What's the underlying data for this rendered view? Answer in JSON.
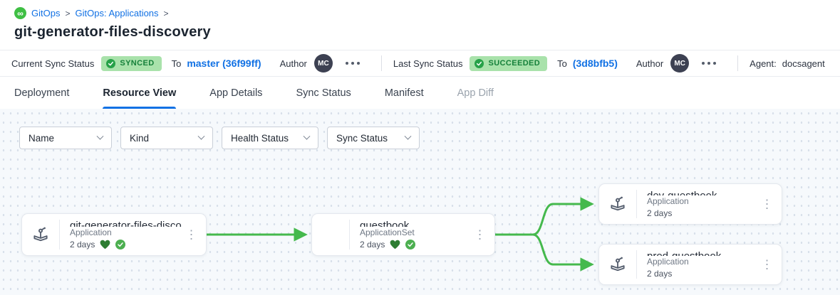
{
  "breadcrumb": {
    "logo_glyph": "∞",
    "items": [
      {
        "label": "GitOps"
      },
      {
        "label": "GitOps: Applications"
      }
    ],
    "separator": ">"
  },
  "page_title": "git-generator-files-discovery",
  "status_bar": {
    "current_sync": {
      "label": "Current Sync Status",
      "badge": "SYNCED",
      "to_label": "To",
      "revision": "master (36f99ff)",
      "author_label": "Author",
      "author_initials": "MC"
    },
    "last_sync": {
      "label": "Last Sync Status",
      "badge": "SUCCEEDED",
      "to_label": "To",
      "revision": "(3d8bfb5)",
      "author_label": "Author",
      "author_initials": "MC"
    },
    "agent": {
      "label": "Agent:",
      "value": "docsagent"
    }
  },
  "tabs": [
    {
      "label": "Deployment"
    },
    {
      "label": "Resource View",
      "active": true
    },
    {
      "label": "App Details"
    },
    {
      "label": "Sync Status"
    },
    {
      "label": "Manifest"
    },
    {
      "label": "App Diff",
      "disabled": true
    }
  ],
  "filters": [
    {
      "label": "Name"
    },
    {
      "label": "Kind"
    },
    {
      "label": "Health Status"
    },
    {
      "label": "Sync Status"
    }
  ],
  "graph": {
    "edge_color": "#45b94d",
    "nodes": [
      {
        "title": "git-generator-files-disco...",
        "kind": "Application",
        "age": "2 days",
        "icon": "argo-application-icon",
        "health": "healthy",
        "sync": "synced"
      },
      {
        "title": "guestbook",
        "kind": "ApplicationSet",
        "age": "2 days",
        "icon": null,
        "health": "healthy",
        "sync": "synced"
      },
      {
        "title": "dev-guestbook",
        "kind": "Application",
        "age": "2 days",
        "icon": "argo-application-icon"
      },
      {
        "title": "prod-guestbook",
        "kind": "Application",
        "age": "2 days",
        "icon": "argo-application-icon"
      }
    ],
    "kebab_glyph": "⋮"
  },
  "colors": {
    "accent_blue": "#1171e4",
    "badge_bg_green": "#a9e2ab",
    "badge_text_green": "#15803a",
    "edge_green": "#45b94d",
    "logo_green": "#3fbf44"
  }
}
